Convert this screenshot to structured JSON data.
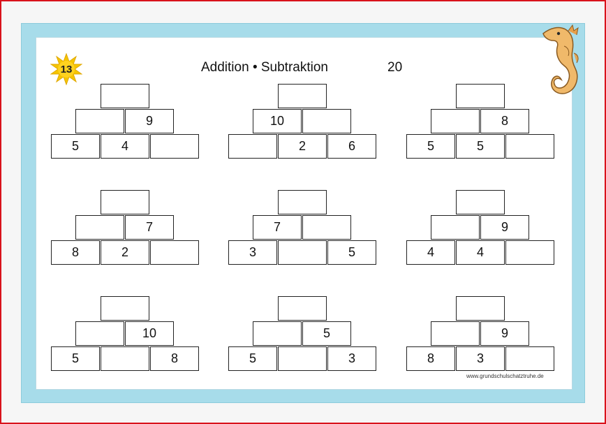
{
  "header": {
    "badge_number": "13",
    "title": "Addition • Subtraktion",
    "number": "20"
  },
  "pyramids": [
    {
      "top": "",
      "middle": [
        "",
        "9"
      ],
      "bottom": [
        "5",
        "4",
        ""
      ]
    },
    {
      "top": "",
      "middle": [
        "10",
        ""
      ],
      "bottom": [
        "",
        "2",
        "6"
      ]
    },
    {
      "top": "",
      "middle": [
        "",
        "8"
      ],
      "bottom": [
        "5",
        "5",
        ""
      ]
    },
    {
      "top": "",
      "middle": [
        "",
        "7"
      ],
      "bottom": [
        "8",
        "2",
        ""
      ]
    },
    {
      "top": "",
      "middle": [
        "7",
        ""
      ],
      "bottom": [
        "3",
        "",
        "5"
      ]
    },
    {
      "top": "",
      "middle": [
        "",
        "9"
      ],
      "bottom": [
        "4",
        "4",
        ""
      ]
    },
    {
      "top": "",
      "middle": [
        "",
        "10"
      ],
      "bottom": [
        "5",
        "",
        "8"
      ]
    },
    {
      "top": "",
      "middle": [
        "",
        "5"
      ],
      "bottom": [
        "5",
        "",
        "3"
      ]
    },
    {
      "top": "",
      "middle": [
        "",
        "9"
      ],
      "bottom": [
        "8",
        "3",
        ""
      ]
    }
  ],
  "footer": {
    "url": "www.grundschulschatztruhe.de"
  },
  "colors": {
    "outer_border": "#d9121b",
    "card_border": "#a7dcea",
    "badge": "#f5c400"
  }
}
